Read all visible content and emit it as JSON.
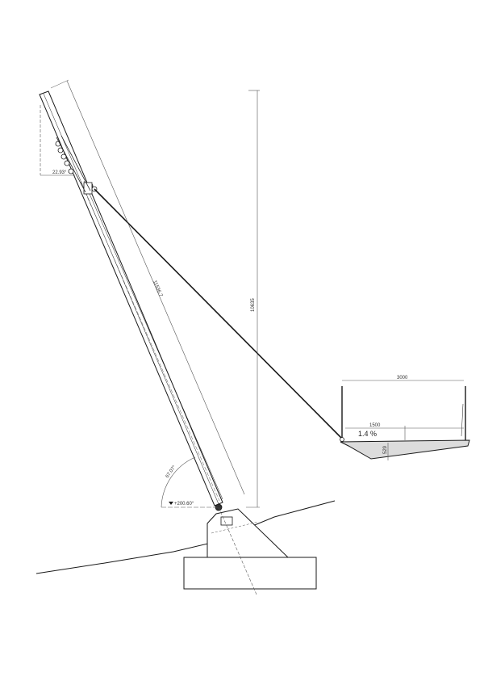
{
  "drawing": {
    "type": "engineering elevation drawing - inclined pylon with cable-stayed bridge deck section",
    "colors": {
      "line": "#1a1a1a",
      "dim_line": "#555555",
      "deck_fill": "#dcdcdc"
    }
  },
  "dimensions": {
    "pylon_tilt_angle": "22.93°",
    "pylon_length": "11536.7",
    "pylon_height": "10635",
    "base_angle": "67.07°",
    "elevation_mark": "+200.60°",
    "deck_width": "3000",
    "deck_half_width": "1500",
    "deck_slope": "1.4 %",
    "deck_depth": "529"
  }
}
